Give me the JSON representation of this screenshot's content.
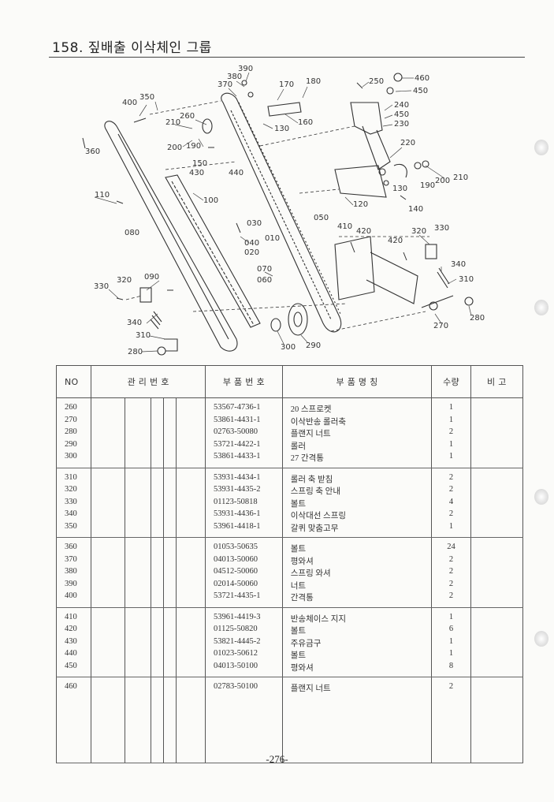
{
  "page": {
    "title": "158. 짚배출 이삭체인 그룹",
    "page_number": "-276-"
  },
  "diagram": {
    "callouts": [
      "390",
      "380",
      "370",
      "170",
      "180",
      "250",
      "460",
      "450",
      "240",
      "450",
      "230",
      "350",
      "400",
      "210",
      "260",
      "130",
      "160",
      "200",
      "190",
      "220",
      "360",
      "150",
      "430",
      "440",
      "210",
      "200",
      "190",
      "130",
      "110",
      "100",
      "120",
      "140",
      "030",
      "050",
      "410",
      "420",
      "320",
      "330",
      "080",
      "040",
      "010",
      "420",
      "020",
      "340",
      "090",
      "070",
      "310",
      "320",
      "060",
      "330",
      "340",
      "270",
      "280",
      "310",
      "300",
      "290",
      "280"
    ]
  },
  "table": {
    "headers": {
      "no": "NO",
      "mgmt": "관 리 번 호",
      "part_no": "부 품 번 호",
      "name": "부 품 명 칭",
      "qty": "수량",
      "remark": "비 고"
    },
    "groups": [
      {
        "rows": [
          {
            "no": "260",
            "part_no": "53567-4736-1",
            "name": "20 스프로켓",
            "qty": "1"
          },
          {
            "no": "270",
            "part_no": "53861-4431-1",
            "name": "이삭반송 롤러축",
            "qty": "1"
          },
          {
            "no": "280",
            "part_no": "02763-50080",
            "name": "플랜지 너트",
            "qty": "2"
          },
          {
            "no": "290",
            "part_no": "53721-4422-1",
            "name": "롤러",
            "qty": "1"
          },
          {
            "no": "300",
            "part_no": "53861-4433-1",
            "name": "27 간격통",
            "qty": "1"
          }
        ]
      },
      {
        "rows": [
          {
            "no": "310",
            "part_no": "53931-4434-1",
            "name": "롤러 축 받침",
            "qty": "2"
          },
          {
            "no": "320",
            "part_no": "53931-4435-2",
            "name": "스프링 축 안내",
            "qty": "2"
          },
          {
            "no": "330",
            "part_no": "01123-50818",
            "name": "볼트",
            "qty": "4"
          },
          {
            "no": "340",
            "part_no": "53931-4436-1",
            "name": "이삭대선 스프링",
            "qty": "2"
          },
          {
            "no": "350",
            "part_no": "53961-4418-1",
            "name": "갈퀴 맞춤고무",
            "qty": "1"
          }
        ]
      },
      {
        "rows": [
          {
            "no": "360",
            "part_no": "01053-50635",
            "name": "볼트",
            "qty": "24"
          },
          {
            "no": "370",
            "part_no": "04013-50060",
            "name": "평와셔",
            "qty": "2"
          },
          {
            "no": "380",
            "part_no": "04512-50060",
            "name": "스프링 와셔",
            "qty": "2"
          },
          {
            "no": "390",
            "part_no": "02014-50060",
            "name": "너트",
            "qty": "2"
          },
          {
            "no": "400",
            "part_no": "53721-4435-1",
            "name": "간격통",
            "qty": "2"
          }
        ]
      },
      {
        "rows": [
          {
            "no": "410",
            "part_no": "53961-4419-3",
            "name": "반송체이스 지지",
            "qty": "1"
          },
          {
            "no": "420",
            "part_no": "01125-50820",
            "name": "볼트",
            "qty": "6"
          },
          {
            "no": "430",
            "part_no": "53821-4445-2",
            "name": "주유금구",
            "qty": "1"
          },
          {
            "no": "440",
            "part_no": "01023-50612",
            "name": "볼트",
            "qty": "1"
          },
          {
            "no": "450",
            "part_no": "04013-50100",
            "name": "평와셔",
            "qty": "8"
          }
        ]
      },
      {
        "rows": [
          {
            "no": "460",
            "part_no": "02783-50100",
            "name": "플랜지 너트",
            "qty": "2"
          }
        ]
      }
    ]
  }
}
